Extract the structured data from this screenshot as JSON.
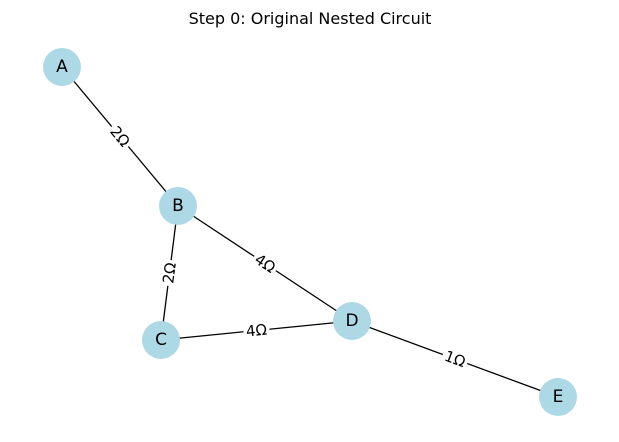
{
  "title": "Step 0: Original Nested Circuit",
  "colors": {
    "node_fill": "#add8e6",
    "edge": "#000000",
    "background": "#ffffff"
  },
  "nodes": [
    {
      "id": "A",
      "label": "A"
    },
    {
      "id": "B",
      "label": "B"
    },
    {
      "id": "C",
      "label": "C"
    },
    {
      "id": "D",
      "label": "D"
    },
    {
      "id": "E",
      "label": "E"
    }
  ],
  "edges": [
    {
      "from": "A",
      "to": "B",
      "label": "2Ω"
    },
    {
      "from": "B",
      "to": "C",
      "label": "2Ω"
    },
    {
      "from": "B",
      "to": "D",
      "label": "4Ω"
    },
    {
      "from": "C",
      "to": "D",
      "label": "4Ω"
    },
    {
      "from": "D",
      "to": "E",
      "label": "1Ω"
    }
  ]
}
